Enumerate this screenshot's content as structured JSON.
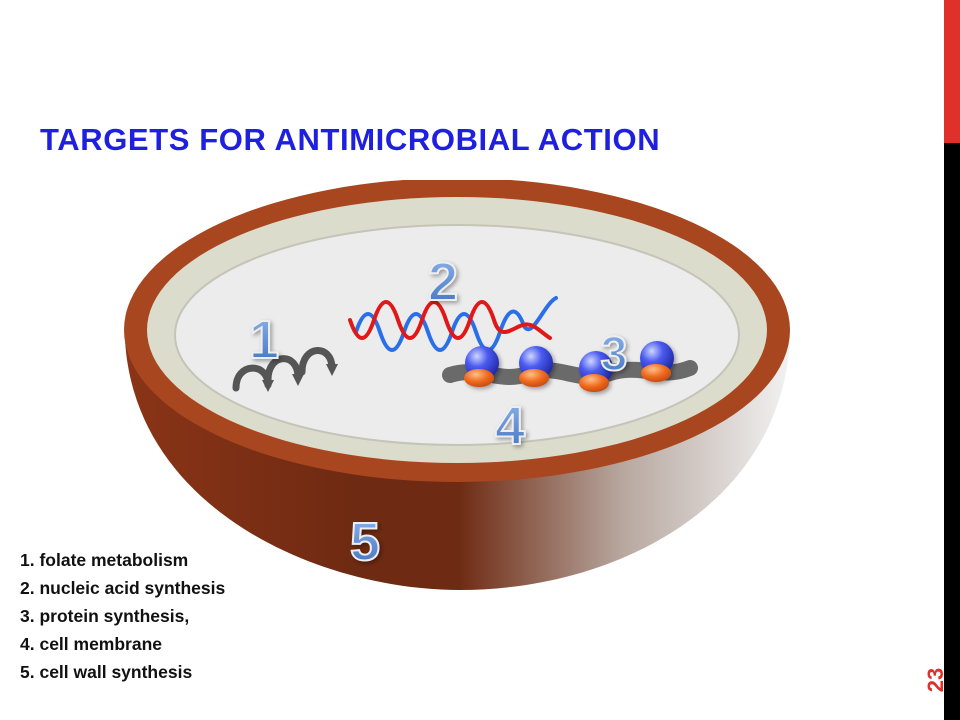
{
  "slide": {
    "title": "TARGETS FOR ANTIMICROBIAL  ACTION",
    "page_number": "23"
  },
  "colors": {
    "title": "#1f1fe0",
    "sidebar": "#000000",
    "sidebar_accent": "#e0302a",
    "page_number": "#e0302a",
    "cell_wall": "#a8461f",
    "membrane": "#dcdccc",
    "cytoplasm": "#ececec",
    "dna_strand_a": "#e01818",
    "dna_strand_b": "#2b6fe8",
    "ribosome_large": "#2a3be0",
    "ribosome_small": "#e8661e",
    "mrna": "#6a6a6a",
    "marker": "#5b8fd8"
  },
  "diagram": {
    "markers": [
      "1",
      "2",
      "3",
      "4",
      "5"
    ]
  },
  "legend": {
    "items": [
      "1. folate metabolism",
      "2. nucleic acid synthesis",
      "3. protein synthesis,",
      "4. cell membrane",
      "5. cell wall synthesis"
    ]
  }
}
